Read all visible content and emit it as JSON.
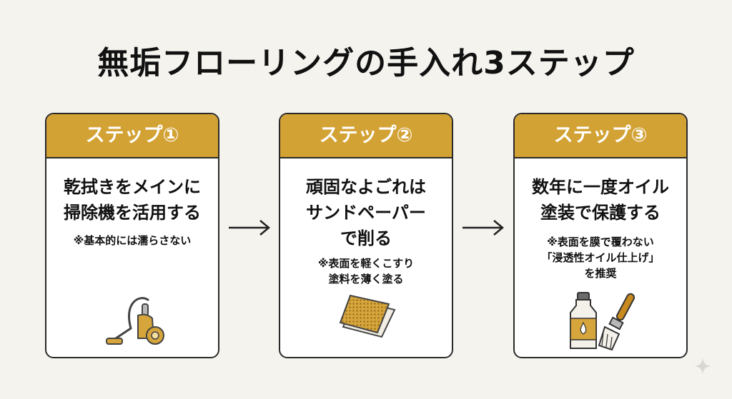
{
  "title": "無垢フローリングの手入れ3ステップ",
  "steps": [
    {
      "header": "ステップ①",
      "main": [
        "乾拭きをメインに",
        "掃除機を活用する"
      ],
      "note": [
        "※基本的には濡らさない"
      ]
    },
    {
      "header": "ステップ②",
      "main": [
        "頑固なよごれは",
        "サンドペーパー",
        "で削る"
      ],
      "note": [
        "※表面を軽くこすり",
        "塗料を薄く塗る"
      ]
    },
    {
      "header": "ステップ③",
      "main": [
        "数年に一度オイル",
        "塗装で保護する"
      ],
      "note": [
        "※表面を膜で覆わない",
        "「浸透性オイル仕上げ」",
        "を推奨"
      ]
    }
  ],
  "icons": {
    "step1": "vacuum-cleaner-icon",
    "step2": "sandpaper-icon",
    "step3": "oil-bottle-and-brush-icon",
    "connector": "right-arrow-icon",
    "corner": "sparkle-icon"
  },
  "colors": {
    "background": "#f4f3ee",
    "header": "#d3a235",
    "card": "#ffffff",
    "border": "#2a2a2a",
    "text": "#111111"
  }
}
